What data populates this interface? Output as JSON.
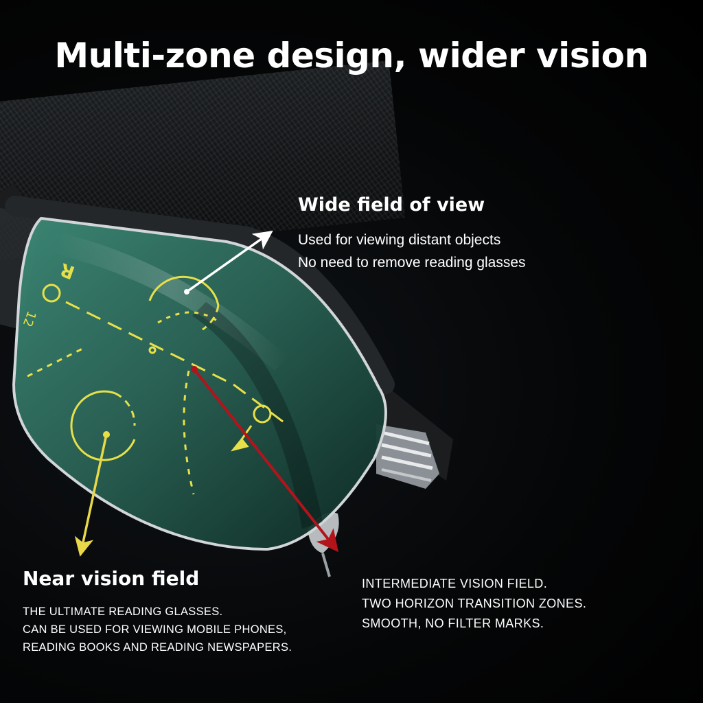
{
  "title": "Multi-zone design, wider vision",
  "wide_field": {
    "heading": "Wide field of view",
    "lines": [
      "Used for viewing distant objects",
      "No need to remove reading glasses"
    ]
  },
  "near_field": {
    "heading": "Near vision field",
    "lines": [
      "THE ULTIMATE READING GLASSES.",
      "CAN BE USED FOR VIEWING MOBILE PHONES,",
      "READING BOOKS AND READING NEWSPAPERS."
    ]
  },
  "intermediate_field": {
    "lines": [
      "INTERMEDIATE VISION FIELD.",
      "TWO HORIZON TRANSITION ZONES.",
      "SMOOTH, NO FILTER MARKS."
    ]
  },
  "lens_markings": {
    "side_letter": "R",
    "side_number": "12"
  },
  "colors": {
    "background": "#000000",
    "lens_tint": "#2f6b5a",
    "marking_yellow": "#e8e04a",
    "arrow_red": "#b3141b",
    "arrow_white": "#ffffff",
    "arrow_yellow": "#e8d84a",
    "frame_silver": "#cfd3d6"
  }
}
